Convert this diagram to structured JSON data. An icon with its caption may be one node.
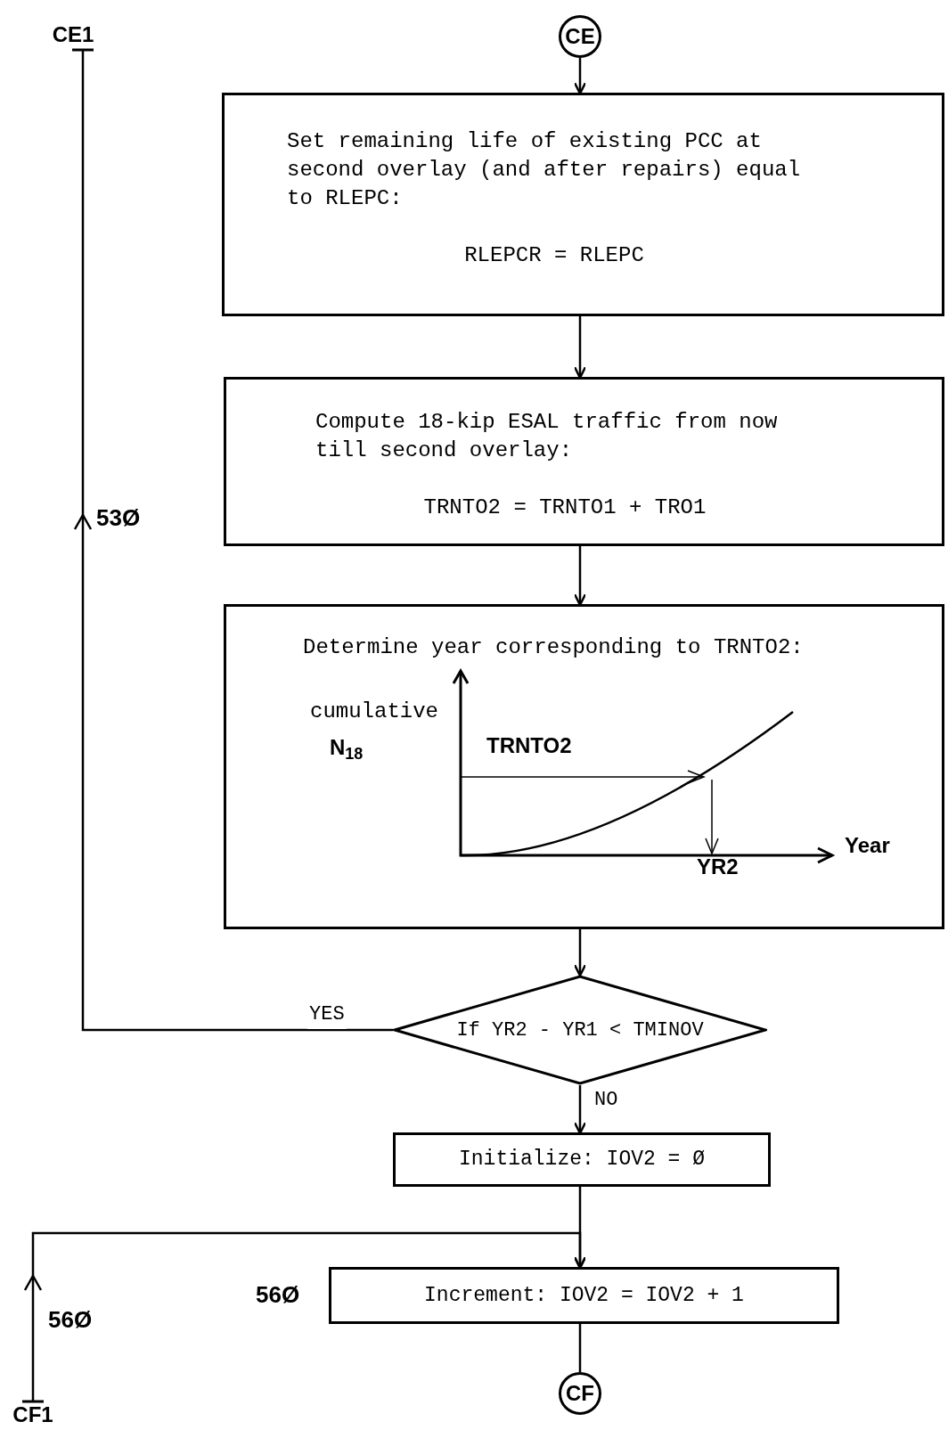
{
  "diagram": {
    "nodes": [
      {
        "text": [
          "CE"
        ]
      },
      {
        "text": [
          "CE1"
        ]
      },
      {
        "text": [
          "Set remaining life of existing PCC at second overlay (and after repairs) equal to RLEPC:",
          "RLEPCR = RLEPC"
        ]
      },
      {
        "text": [
          "Compute 18-kip ESAL traffic from now till second overlay:",
          "TRNTO2 = TRNTO1 + TRO1"
        ]
      },
      {
        "text": [
          "Determine year corresponding to TRNTO2:",
          "cumulative",
          "N$_{18}$",
          "TRNTO2",
          "Year",
          "YR2"
        ]
      },
      {
        "text": [
          "If YR2 - YR1 < TMINOV"
        ]
      },
      {
        "text": [
          "Initialize: IOV2 = Ø"
        ]
      },
      {
        "text": [
          "Increment: IOV2 = IOV2 + 1"
        ],
        "beside": [
          "56Ø"
        ]
      },
      {
        "text": [
          "CF"
        ]
      },
      {
        "text": [
          "CF1"
        ]
      }
    ],
    "edges": [
      {
        "from": 0,
        "to": 2,
        "arrow": "to"
      },
      {
        "from": 2,
        "to": 3,
        "arrow": "to"
      },
      {
        "from": 3,
        "to": 4,
        "arrow": "to"
      },
      {
        "from": 4,
        "to": 5,
        "arrow": "to"
      },
      {
        "from": 5,
        "to": 1,
        "arrow": "to",
        "label": "YES"
      },
      {
        "from": 5,
        "to": 6,
        "arrow": "to",
        "label": "NO"
      },
      {
        "from": 6,
        "to": 7,
        "arrow": "to"
      },
      {
        "from": 9,
        "to": 7,
        "arrow": "to"
      },
      {
        "from": 7,
        "to": 8,
        "arrow": "none"
      }
    ],
    "labels": [
      "53Ø",
      "56Ø"
    ]
  }
}
